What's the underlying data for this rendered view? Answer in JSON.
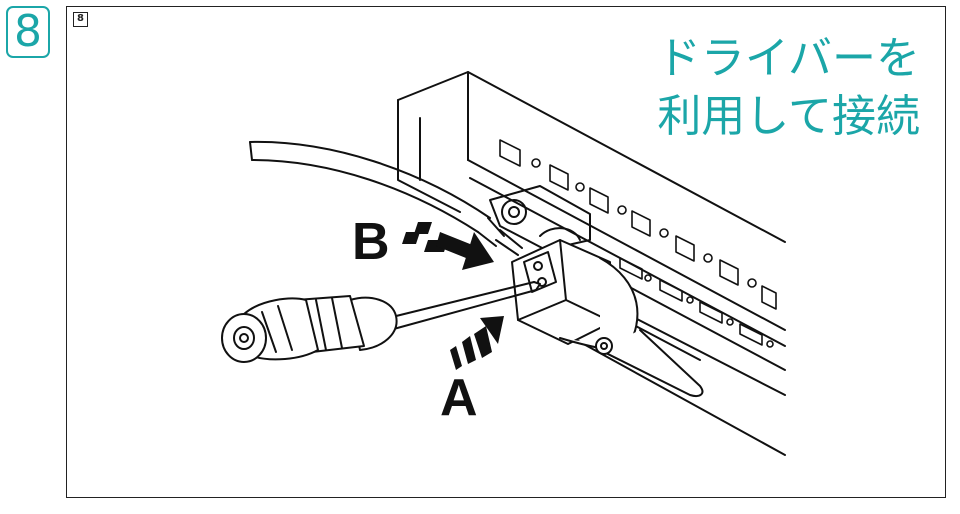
{
  "step_number": "8",
  "figure_number": "8",
  "caption": {
    "line1": "ドライバーを",
    "line2": "利用して接続"
  },
  "labels": {
    "a": "A",
    "b": "B"
  },
  "colors": {
    "accent": "#1ba6a8",
    "ink": "#111111"
  }
}
